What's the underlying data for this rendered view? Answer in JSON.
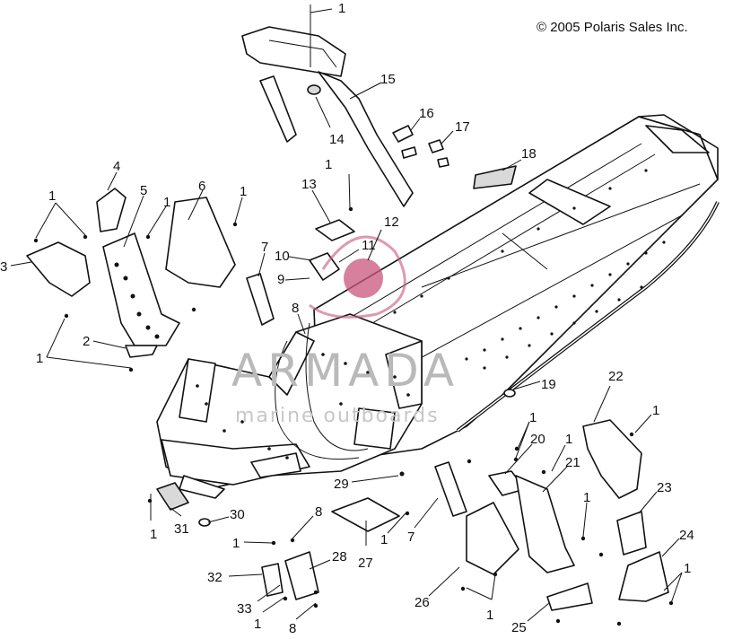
{
  "copyright": "© 2005 Polaris Sales Inc.",
  "watermark": {
    "main": "ARMADA",
    "sub": "marine outboards",
    "logo_color": "#c8557e"
  },
  "callouts": [
    {
      "id": "c1a",
      "label": "1"
    },
    {
      "id": "c15",
      "label": "15"
    },
    {
      "id": "c14",
      "label": "14"
    },
    {
      "id": "c16",
      "label": "16"
    },
    {
      "id": "c17",
      "label": "17"
    },
    {
      "id": "c18",
      "label": "18"
    },
    {
      "id": "c4",
      "label": "4"
    },
    {
      "id": "c1b",
      "label": "1"
    },
    {
      "id": "c5",
      "label": "5"
    },
    {
      "id": "c6",
      "label": "6"
    },
    {
      "id": "c1c",
      "label": "1"
    },
    {
      "id": "c1d",
      "label": "1"
    },
    {
      "id": "c3",
      "label": "3"
    },
    {
      "id": "c13",
      "label": "13"
    },
    {
      "id": "c1e",
      "label": "1"
    },
    {
      "id": "c12",
      "label": "12"
    },
    {
      "id": "c11",
      "label": "11"
    },
    {
      "id": "c7a",
      "label": "7"
    },
    {
      "id": "c10",
      "label": "10"
    },
    {
      "id": "c9",
      "label": "9"
    },
    {
      "id": "c8a",
      "label": "8"
    },
    {
      "id": "c2",
      "label": "2"
    },
    {
      "id": "c1f",
      "label": "1"
    },
    {
      "id": "c19",
      "label": "19"
    },
    {
      "id": "c22",
      "label": "22"
    },
    {
      "id": "c1g",
      "label": "1"
    },
    {
      "id": "c1h",
      "label": "1"
    },
    {
      "id": "c20",
      "label": "20"
    },
    {
      "id": "c1i",
      "label": "1"
    },
    {
      "id": "c21",
      "label": "21"
    },
    {
      "id": "c23",
      "label": "23"
    },
    {
      "id": "c29",
      "label": "29"
    },
    {
      "id": "c31",
      "label": "31"
    },
    {
      "id": "c30",
      "label": "30"
    },
    {
      "id": "c1j",
      "label": "1"
    },
    {
      "id": "c8b",
      "label": "8"
    },
    {
      "id": "c1k",
      "label": "1"
    },
    {
      "id": "c27",
      "label": "27"
    },
    {
      "id": "c1l",
      "label": "1"
    },
    {
      "id": "c7b",
      "label": "7"
    },
    {
      "id": "c1m",
      "label": "1"
    },
    {
      "id": "c28",
      "label": "28"
    },
    {
      "id": "c32",
      "label": "32"
    },
    {
      "id": "c33",
      "label": "33"
    },
    {
      "id": "c1n",
      "label": "1"
    },
    {
      "id": "c8c",
      "label": "8"
    },
    {
      "id": "c26",
      "label": "26"
    },
    {
      "id": "c1o",
      "label": "1"
    },
    {
      "id": "c24",
      "label": "24"
    },
    {
      "id": "c1p",
      "label": "1"
    },
    {
      "id": "c25",
      "label": "25"
    }
  ]
}
